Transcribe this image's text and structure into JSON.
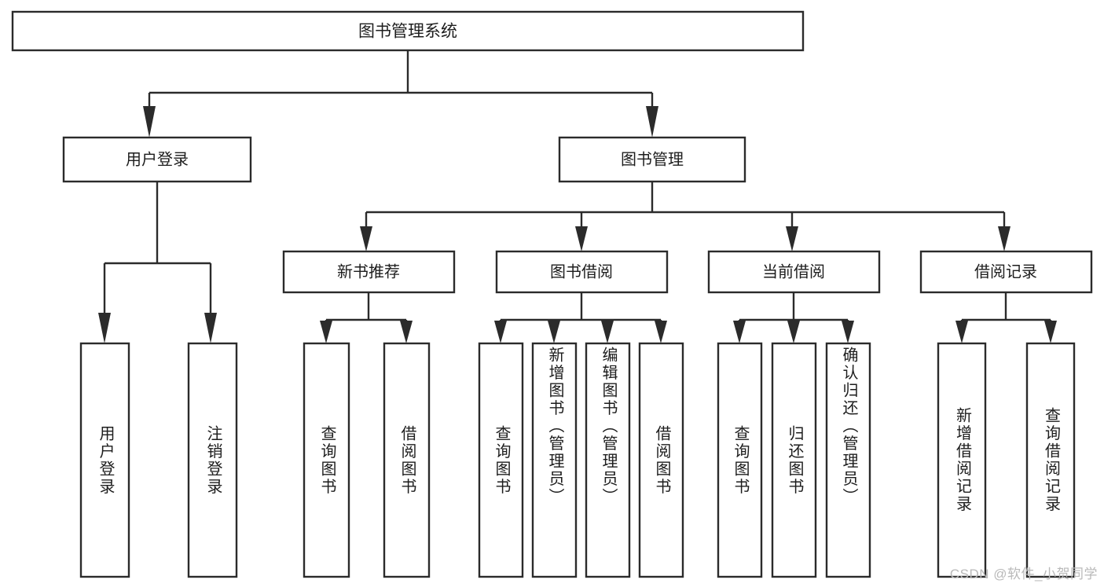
{
  "diagram": {
    "type": "tree",
    "title": "图书管理系统",
    "orientation": "top-down",
    "colors": {
      "background": "#ffffff",
      "box_fill": "#ffffff",
      "box_stroke": "#2b2b2b",
      "text": "#1d1d1d",
      "watermark": "#b9b9b9"
    },
    "root": {
      "label": "图书管理系统"
    },
    "level2": [
      {
        "label": "用户登录"
      },
      {
        "label": "图书管理"
      }
    ],
    "level3": [
      {
        "label": "新书推荐"
      },
      {
        "label": "图书借阅"
      },
      {
        "label": "当前借阅"
      },
      {
        "label": "借阅记录"
      }
    ],
    "leaves": {
      "user_login": [
        {
          "label": "用户登录"
        },
        {
          "label": "注销登录"
        }
      ],
      "new_book_recommend": [
        {
          "label": "查询图书"
        },
        {
          "label": "借阅图书"
        }
      ],
      "book_borrow": [
        {
          "label": "查询图书"
        },
        {
          "label": "新增图书（管理员）"
        },
        {
          "label": "编辑图书（管理员）"
        },
        {
          "label": "借阅图书"
        }
      ],
      "current_borrow": [
        {
          "label": "查询图书"
        },
        {
          "label": "归还图书"
        },
        {
          "label": "确认归还（管理员）"
        }
      ],
      "borrow_record": [
        {
          "label": "新增借阅记录"
        },
        {
          "label": "查询借阅记录"
        }
      ]
    },
    "watermark": "CSDN @软件_小贺同学"
  }
}
